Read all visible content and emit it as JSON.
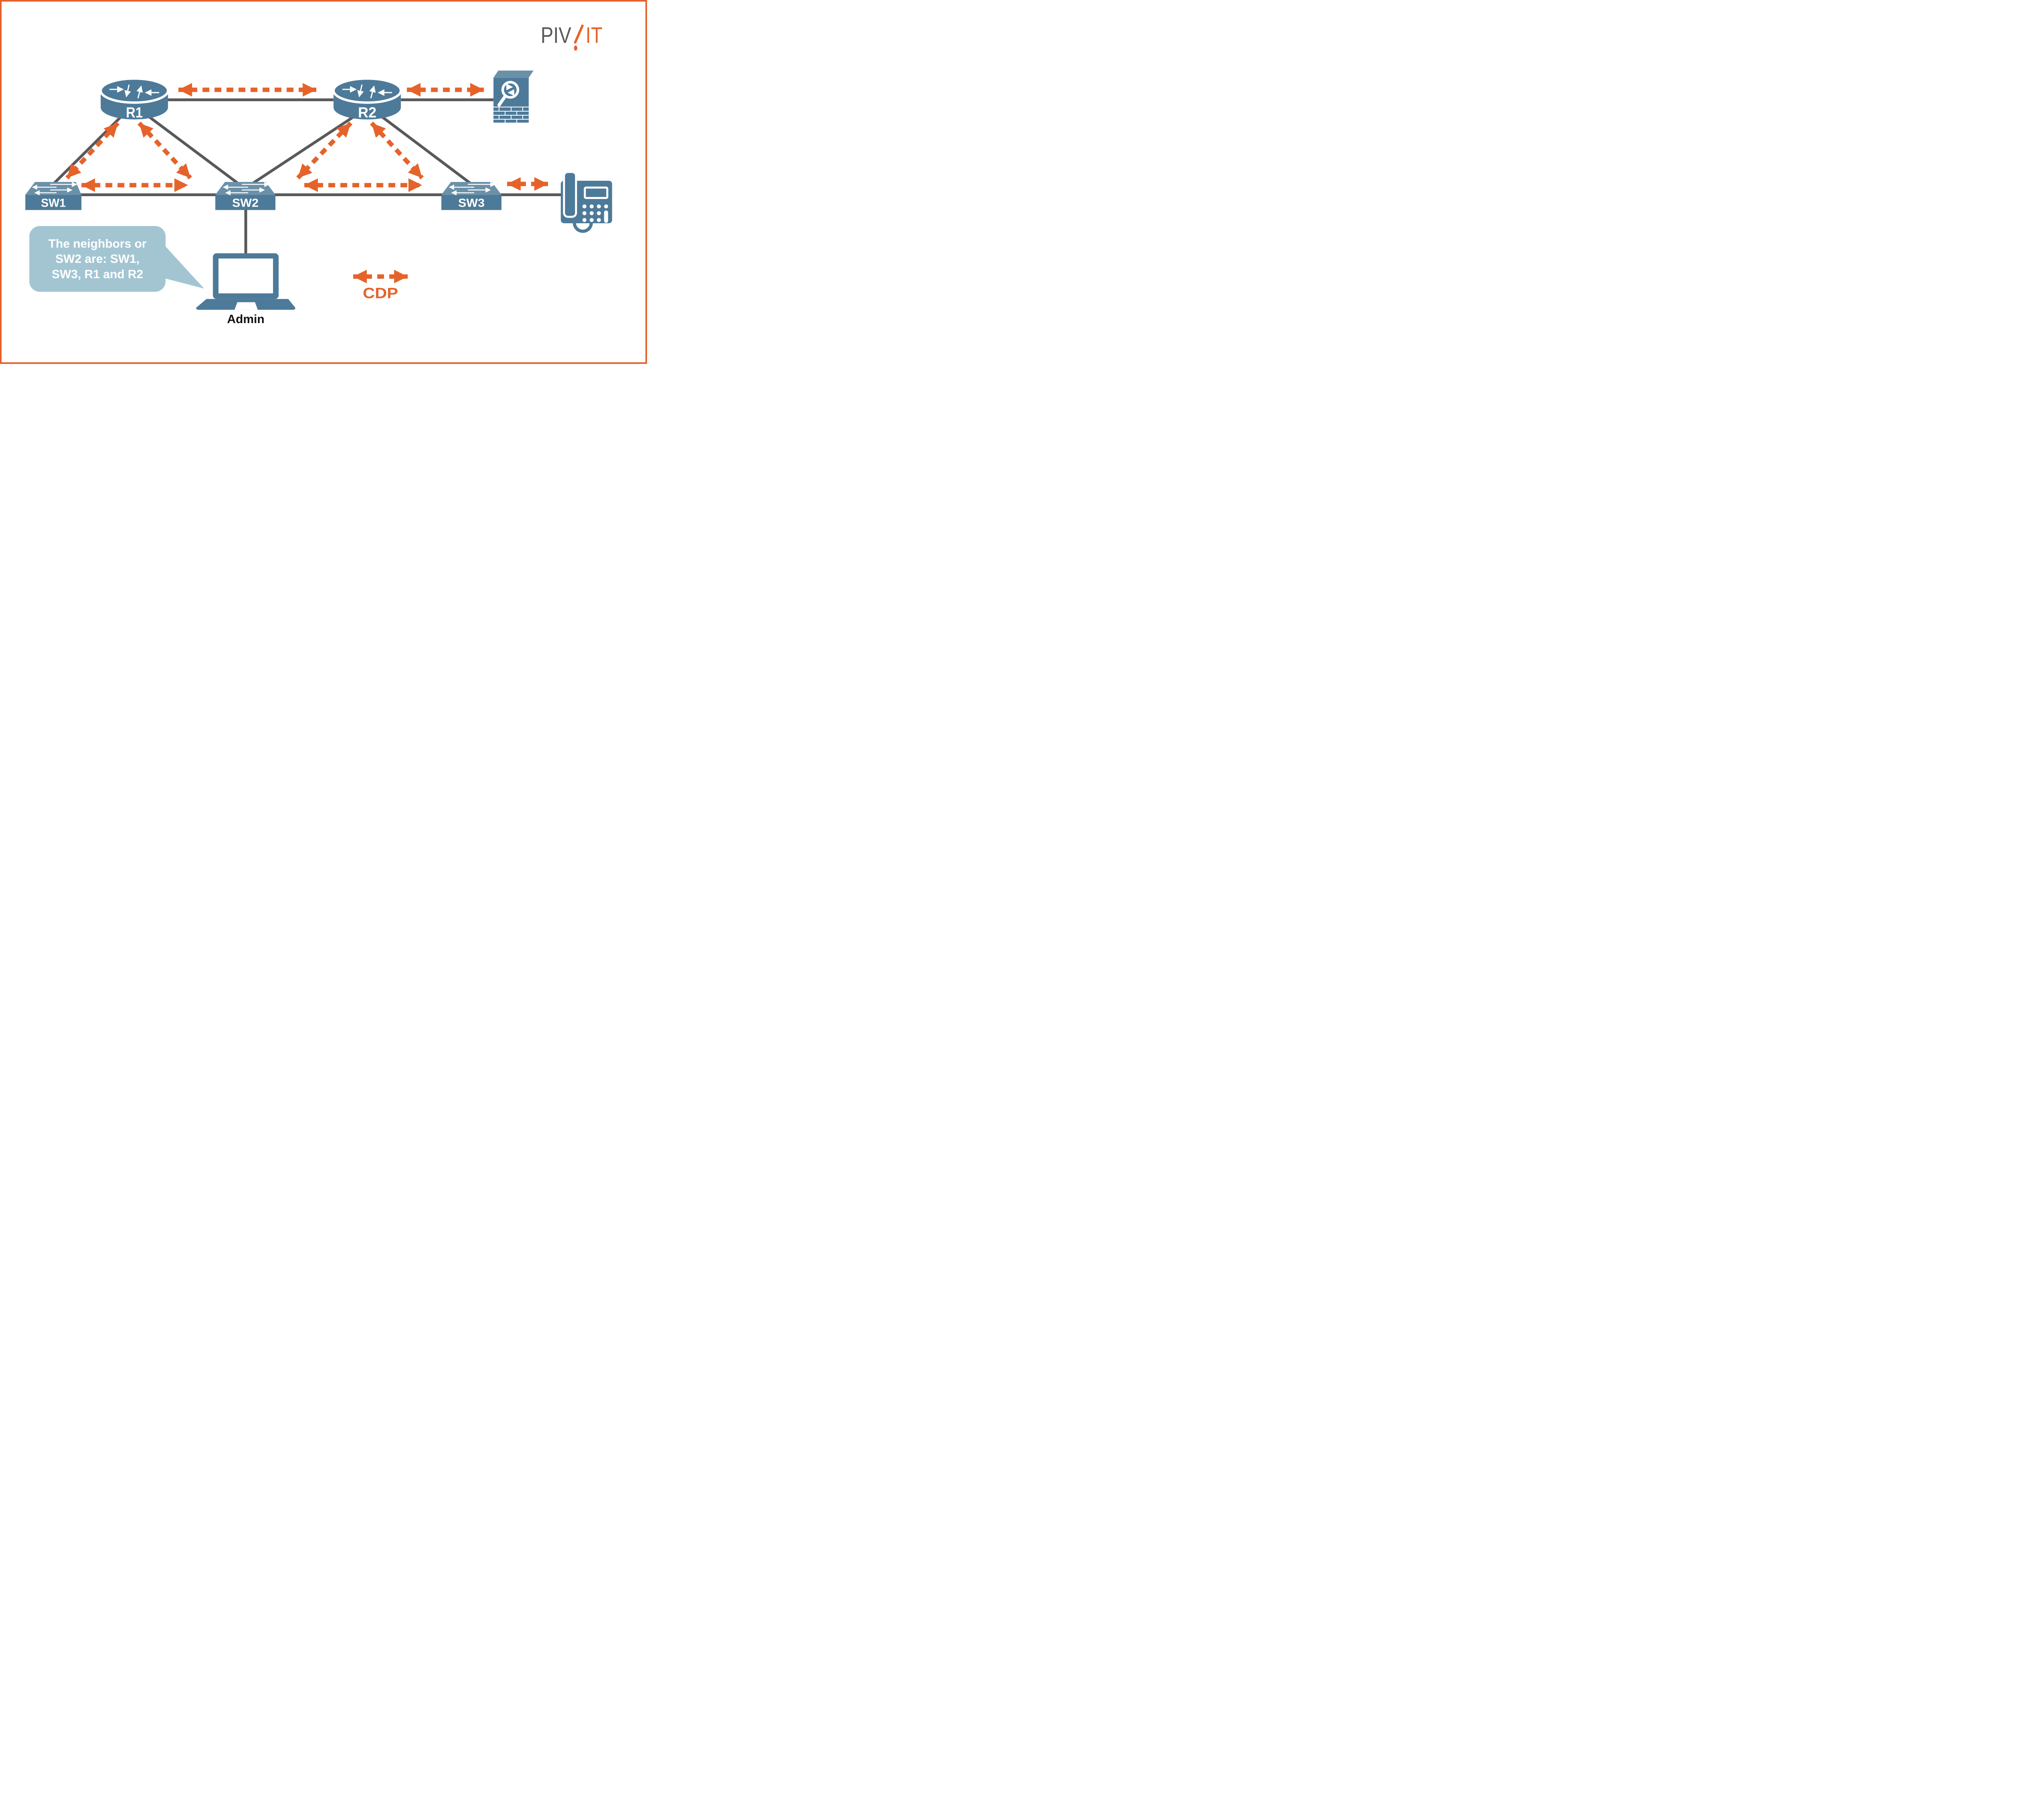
{
  "logo": {
    "gray": "PIV",
    "orange": "IT"
  },
  "devices": {
    "r1": "R1",
    "r2": "R2",
    "sw1": "SW1",
    "sw2": "SW2",
    "sw3": "SW3",
    "admin": "Admin"
  },
  "speech_bubble": {
    "line1": "The neighbors or",
    "line2": "SW2 are: SW1,",
    "line3": "SW3, R1 and R2"
  },
  "legend": {
    "label": "CDP"
  },
  "colors": {
    "device_blue": "#4d7a99",
    "device_blue_light": "#6b91a8",
    "line_gray": "#58595b",
    "cdp_orange": "#e5632a",
    "bubble_blue": "#a3c5d2",
    "logo_gray": "#58595b",
    "border_orange": "#e5632a"
  }
}
